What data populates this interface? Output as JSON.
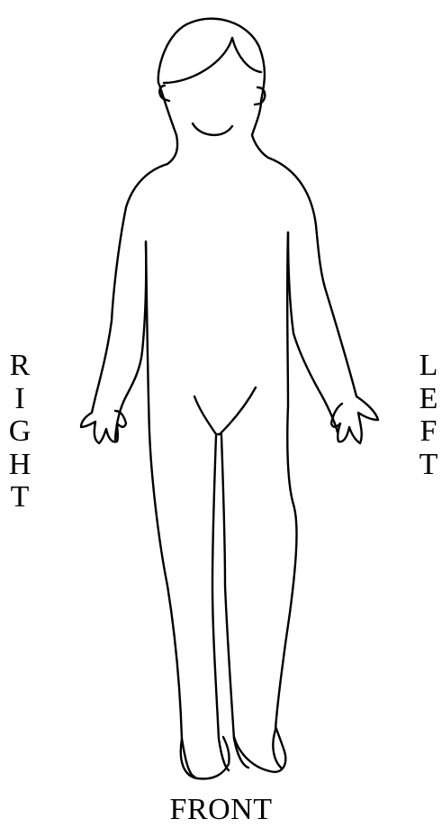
{
  "labels": {
    "side_right": "RIGHT",
    "side_left": "LEFT",
    "view": "FRONT"
  },
  "style": {
    "line_color": "#000000",
    "background": "#ffffff"
  }
}
